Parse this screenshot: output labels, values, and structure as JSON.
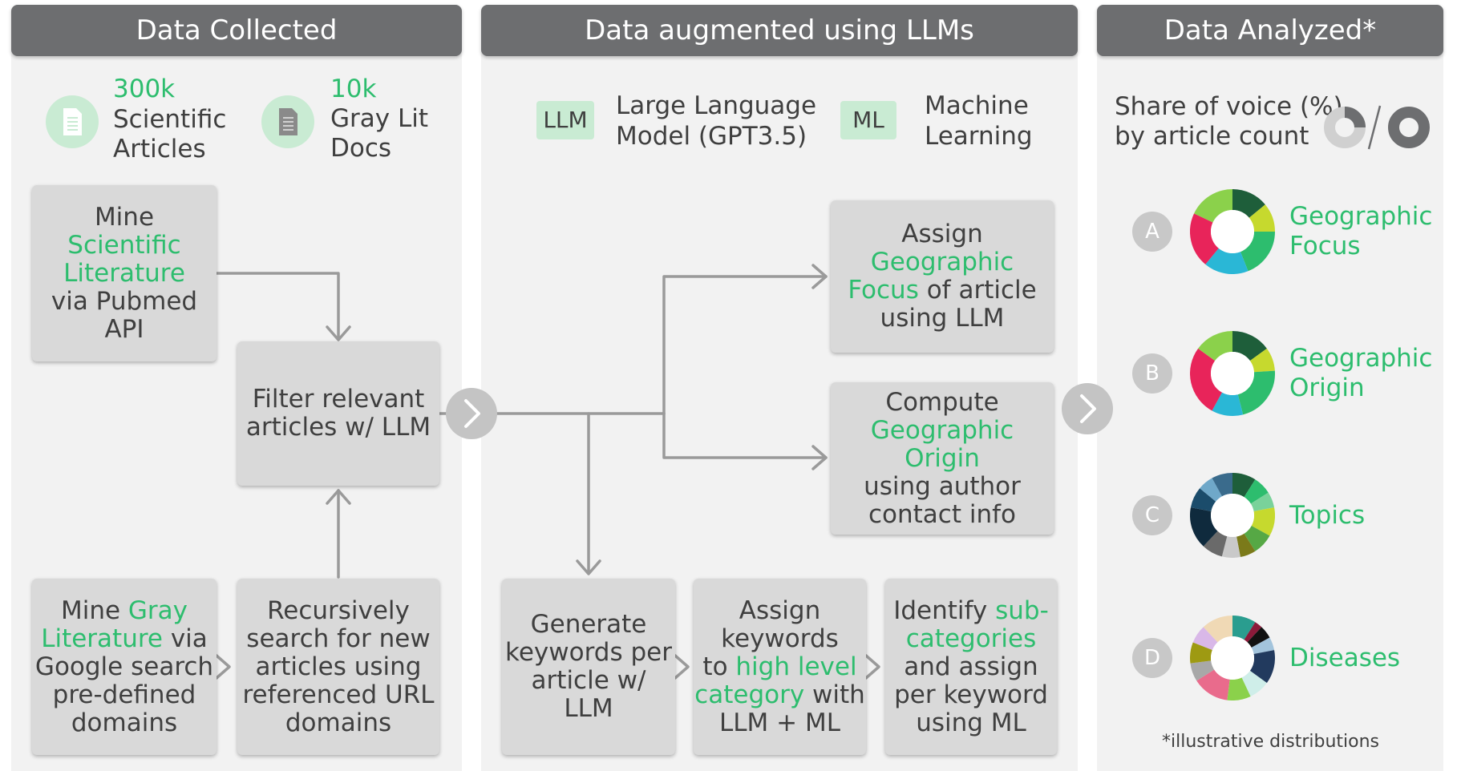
{
  "headers": {
    "collected": "Data Collected",
    "augmented": "Data augmented using LLMs",
    "analyzed": "Data Analyzed*"
  },
  "sources": {
    "sci_count": "300k",
    "sci_line1": "Scientific",
    "sci_line2": "Articles",
    "gray_count": "10k",
    "gray_line1": "Gray Lit",
    "gray_line2": "Docs"
  },
  "legend": {
    "llm_tag": "LLM",
    "llm_line1": "Large Language",
    "llm_line2": "Model (GPT3.5)",
    "ml_tag": "ML",
    "ml_line1": "Machine",
    "ml_line2": "Learning"
  },
  "boxes": {
    "mine_sci": {
      "a": "Mine",
      "b": "Scientific",
      "c": "Literature",
      "d": "via Pubmed",
      "e": "API"
    },
    "filter": {
      "a": "Filter relevant",
      "b": "articles w/ LLM"
    },
    "mine_gray": {
      "a": "Mine ",
      "b": "Gray",
      "c": "Literature",
      "d": " via",
      "e": "Google search",
      "f": "pre-defined",
      "g": "domains"
    },
    "recursive": {
      "a": "Recursively",
      "b": "search for new",
      "c": "articles using",
      "d": "referenced URL",
      "e": "domains"
    },
    "assign_focus": {
      "a": "Assign",
      "b": "Geographic",
      "c": "Focus",
      "d": " of article",
      "e": "using LLM"
    },
    "compute_origin": {
      "a": "Compute",
      "b": "Geographic Origin",
      "c": "using author",
      "d": "contact info"
    },
    "gen_keywords": {
      "a": "Generate",
      "b": "keywords per",
      "c": "article w/",
      "d": "LLM"
    },
    "assign_keywords": {
      "a": "Assign",
      "b": "keywords",
      "c": "to ",
      "d": "high level",
      "e": "category",
      "f": " with",
      "g": "LLM +  ML"
    },
    "identify_sub": {
      "a": "Identify ",
      "b": "sub-",
      "c": "categories",
      "d": "and assign",
      "e": "per keyword",
      "f": "using ML"
    }
  },
  "analysis": {
    "sov_line1": "Share of voice (%)",
    "sov_line2": "by article count",
    "items": [
      {
        "letter": "A",
        "label1": "Geographic",
        "label2": "Focus",
        "slices": [
          {
            "v": 14,
            "c": "#1e5e3a"
          },
          {
            "v": 11,
            "c": "#c6d92e"
          },
          {
            "v": 19,
            "c": "#2dbd6e"
          },
          {
            "v": 17,
            "c": "#2ab7d6"
          },
          {
            "v": 21,
            "c": "#e8245a"
          },
          {
            "v": 18,
            "c": "#8bd14b"
          }
        ]
      },
      {
        "letter": "B",
        "label1": "Geographic",
        "label2": "Origin",
        "slices": [
          {
            "v": 15,
            "c": "#1e5e3a"
          },
          {
            "v": 9,
            "c": "#c6d92e"
          },
          {
            "v": 22,
            "c": "#2dbd6e"
          },
          {
            "v": 12,
            "c": "#2ab7d6"
          },
          {
            "v": 27,
            "c": "#e8245a"
          },
          {
            "v": 15,
            "c": "#8bd14b"
          }
        ]
      },
      {
        "letter": "C",
        "label1": "Topics",
        "label2": "",
        "slices": [
          {
            "v": 9,
            "c": "#1e5e3a"
          },
          {
            "v": 7,
            "c": "#2dbd6e"
          },
          {
            "v": 6,
            "c": "#79d29a"
          },
          {
            "v": 11,
            "c": "#c6d92e"
          },
          {
            "v": 8,
            "c": "#56a845"
          },
          {
            "v": 6,
            "c": "#7b7a1a"
          },
          {
            "v": 7,
            "c": "#c9c9c9"
          },
          {
            "v": 8,
            "c": "#6a6a6a"
          },
          {
            "v": 16,
            "c": "#0f2a3d"
          },
          {
            "v": 8,
            "c": "#1b4c6b"
          },
          {
            "v": 6,
            "c": "#6fa8c9"
          },
          {
            "v": 8,
            "c": "#3a6b8c"
          }
        ]
      },
      {
        "letter": "D",
        "label1": "Diseases",
        "label2": "",
        "slices": [
          {
            "v": 9,
            "c": "#2a9d8f"
          },
          {
            "v": 3,
            "c": "#8b1a3a"
          },
          {
            "v": 5,
            "c": "#111111"
          },
          {
            "v": 5,
            "c": "#a3c4dc"
          },
          {
            "v": 13,
            "c": "#223a5e"
          },
          {
            "v": 8,
            "c": "#cfeee9"
          },
          {
            "v": 9,
            "c": "#8bd14b"
          },
          {
            "v": 14,
            "c": "#e96b8c"
          },
          {
            "v": 7,
            "c": "#a8a8a8"
          },
          {
            "v": 8,
            "c": "#9e9a12"
          },
          {
            "v": 7,
            "c": "#d9b8e8"
          },
          {
            "v": 12,
            "c": "#f0d9b5"
          }
        ]
      }
    ],
    "footnote": "*illustrative distributions"
  }
}
